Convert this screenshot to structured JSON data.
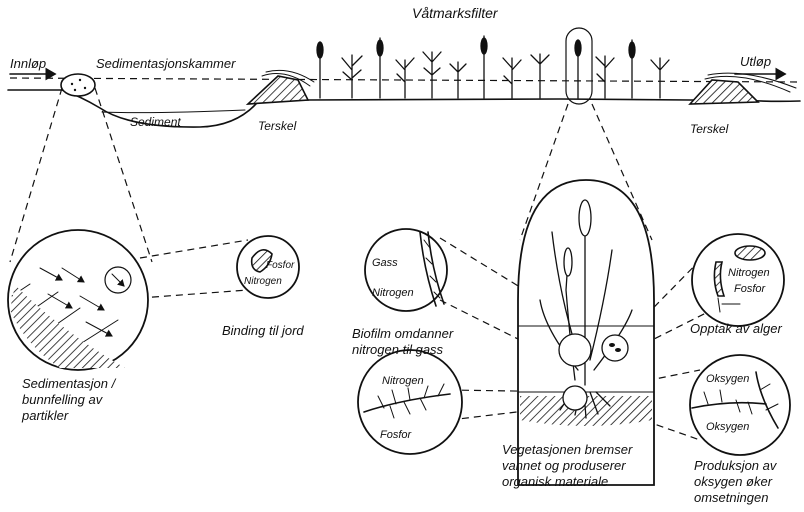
{
  "title": "Våtmarksfilter",
  "labels": {
    "inlet": "Innløp",
    "outlet": "Utløp",
    "chamber": "Sedimentasjonskammer",
    "sediment": "Sediment",
    "weir_left": "Terskel",
    "weir_right": "Terskel",
    "sedimentation_line1": "Sedimentasjon /",
    "sedimentation_line2": "bunnfelling av",
    "sedimentation_line3": "partikler",
    "binding": "Binding til jord",
    "binding_fosfor": "Fosfor",
    "binding_nitrogen": "Nitrogen",
    "gass": "Gass",
    "biofilm_nitrogen": "Nitrogen",
    "biofilm_line1": "Biofilm omdanner",
    "biofilm_line2": "nitrogen til gass",
    "roots_nitrogen": "Nitrogen",
    "roots_fosfor": "Fosfor",
    "vegetation_line1": "Vegetasjonen bremser",
    "vegetation_line2": "vannet og produserer",
    "vegetation_line3": "organisk materiale",
    "algae_nitrogen": "Nitrogen",
    "algae_fosfor": "Fosfor",
    "algae_uptake": "Opptak av alger",
    "oxygen_top": "Oksygen",
    "oxygen_bottom": "Oksygen",
    "oxygen_line1": "Produksjon av",
    "oxygen_line2": "oksygen øker",
    "oxygen_line3": "omsetningen"
  }
}
